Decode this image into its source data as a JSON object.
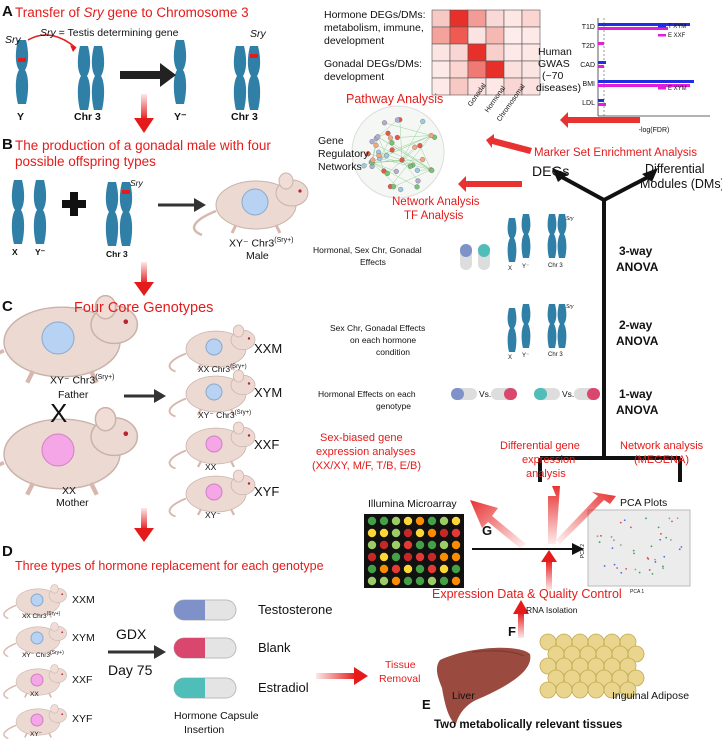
{
  "panel_labels": {
    "a": "A",
    "b": "B",
    "c": "C",
    "d": "D",
    "e": "E",
    "f": "F",
    "g": "G"
  },
  "panelA": {
    "title_pre": "Transfer of ",
    "title_gene": "Sry",
    "title_post": " gene to Chromosome 3",
    "sry_label": "Sry",
    "sry_def_gene": "Sry",
    "sry_def": " = Testis determining gene",
    "chr_y": "Y",
    "chr_3": "Chr 3",
    "chr_yminus": "Y⁻",
    "chr_3b": "Chr 3",
    "sry_label2": "Sry"
  },
  "panelB": {
    "title": "The production of a gonadal male with four possible offspring types",
    "chr_x": "X",
    "chr_yminus": "Y⁻",
    "chr_3": "Chr 3",
    "sry": "Sry",
    "mouse_genotype": "XY⁻ Chr3",
    "mouse_genotype_sup": "(Sry+)",
    "mouse_sex": "Male"
  },
  "panelC": {
    "title": "Four Core Genotypes",
    "father_genotype": "XY⁻ Chr3",
    "father_sup": "(Sry+)",
    "father_label": "Father",
    "cross": "X",
    "mother_genotype": "XX",
    "mother_label": "Mother",
    "offspring": [
      {
        "name": "XXM",
        "sub": "XX Chr3",
        "sup": "(Sry+)"
      },
      {
        "name": "XYM",
        "sub": "XY⁻ Chr3",
        "sup": "(Sry+)"
      },
      {
        "name": "XXF",
        "sub": "XX",
        "sup": ""
      },
      {
        "name": "XYF",
        "sub": "XY⁻",
        "sup": ""
      }
    ]
  },
  "panelD": {
    "title": "Three types of hormone replacement for each genotype",
    "genotypes": [
      {
        "name": "XXM",
        "sub": "XX Chr3",
        "sup": "(Sry+)"
      },
      {
        "name": "XYM",
        "sub": "XY⁻ Chr3",
        "sup": "(Sry+)"
      },
      {
        "name": "XXF",
        "sub": "XX",
        "sup": ""
      },
      {
        "name": "XYF",
        "sub": "XY⁻",
        "sup": ""
      }
    ],
    "gdx": "GDX",
    "day": "Day 75",
    "hormones": [
      "Testosterone",
      "Blank",
      "Estradiol"
    ],
    "capsule_caption_1": "Hormone Capsule",
    "capsule_caption_2": "Insertion",
    "tissue_removal_1": "Tissue",
    "tissue_removal_2": "Removal"
  },
  "panelE": {
    "liver": "Liver",
    "adipose": "Inguinal Adipose",
    "caption": "Two metabolically relevant tissues"
  },
  "panelF": {
    "rna": "RNA Isolation",
    "title": "Expression Data & Quality Control"
  },
  "panelG": {
    "illumina": "Illumina  Microarray",
    "pca_title": "PCA Plots",
    "pca_x": "PCA 1",
    "pca_y": "PCA 2"
  },
  "right": {
    "heatmap_rows": [
      {
        "l1": "Hormone DEGs/DMs:",
        "l2": "metabolism, immune,",
        "l3": "development"
      },
      {
        "l1": "Gonadal DEGs/DMs:",
        "l2": "development",
        "l3": ""
      }
    ],
    "heatmap_cols": [
      "Gonadal",
      "Hormonal",
      "Chromosomal"
    ],
    "pathway": "Pathway Analysis",
    "gwas_label": [
      "Human",
      "GWAS",
      "(~70",
      "diseases)"
    ],
    "gwas_traits": [
      "T1D",
      "T2D",
      "CAD",
      "BMI",
      "LDL"
    ],
    "gwas_legend": [
      "T XYM",
      "E XXF",
      "E XYM"
    ],
    "gwas_xlabel": "-log(FDR)",
    "grn": [
      "Gene",
      "Regulatory",
      "Networks"
    ],
    "marker_set": "Marker Set Enrichment Analysis",
    "network_analysis": "Network Analysis",
    "tf_analysis": "TF Analysis",
    "degs": "DEGs",
    "dms_1": "Differential",
    "dms_2": "Modules (DMs)",
    "anova3_1": "3-way",
    "anova3_2": "ANOVA",
    "anova2_1": "2-way",
    "anova2_2": "ANOVA",
    "anova1_1": "1-way",
    "anova1_2": "ANOVA",
    "effects3_1": "Hormonal, Sex Chr, Gonadal",
    "effects3_2": "Effects",
    "effects2_1": "Sex Chr, Gonadal Effects",
    "effects2_2": "on each hormone",
    "effects2_3": "condition",
    "effects1_1": "Hormonal Effects on each",
    "effects1_2": "genotype",
    "vs": "Vs.",
    "chr_x": "X",
    "chr_yminus": "Y⁻",
    "chr_3": "Chr 3",
    "sry": "Sry",
    "sexbiased": [
      "Sex-biased gene",
      "expression analyses",
      "(XX/XY, M/F, T/B, E/B)"
    ],
    "diffexp": [
      "Differential gene",
      "expression",
      "analysis"
    ],
    "netmeg": [
      "Network analysis",
      "(MEGENA)"
    ]
  },
  "colors": {
    "red": "#e51b1b",
    "chromosome": "#2f7fa6",
    "mouse_body": "#ecd9d2",
    "blue_gonad": "#b7d2f2",
    "pink_gonad": "#f4a6e6",
    "testosterone_cap": "#7e92c9",
    "blank_cap": "#d9476e",
    "estradiol_cap": "#4fbdb8",
    "gwas_blue": "#1f2ee0",
    "gwas_magenta": "#e020d8"
  }
}
